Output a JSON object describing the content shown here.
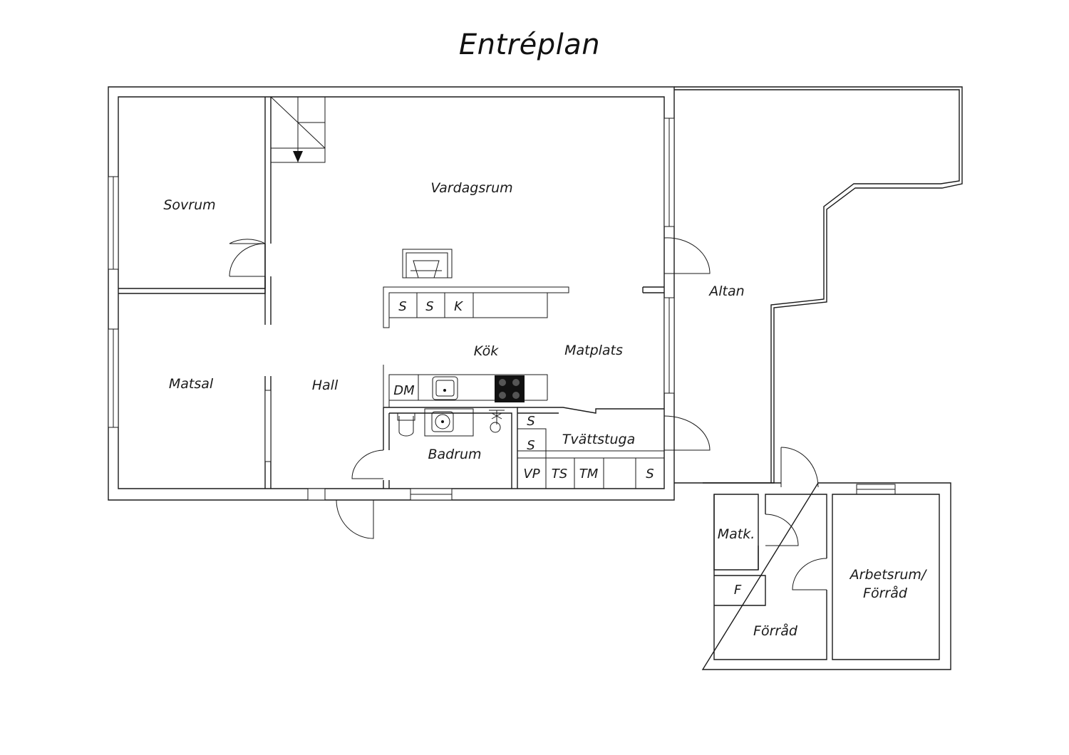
{
  "title": "Entréplan",
  "rooms": {
    "sovrum": "Sovrum",
    "vardagsrum": "Vardagsrum",
    "matsal": "Matsal",
    "hall": "Hall",
    "kok": "Kök",
    "matplats": "Matplats",
    "altan": "Altan",
    "badrum": "Badrum",
    "tvattstuga": "Tvättstuga",
    "matk": "Matk.",
    "forrad": "Förråd",
    "arbetsrum_line1": "Arbetsrum/",
    "arbetsrum_line2": "Förråd"
  },
  "fixtures": {
    "s": "S",
    "k": "K",
    "dm": "DM",
    "vp": "VP",
    "ts": "TS",
    "tm": "TM",
    "f": "F"
  }
}
